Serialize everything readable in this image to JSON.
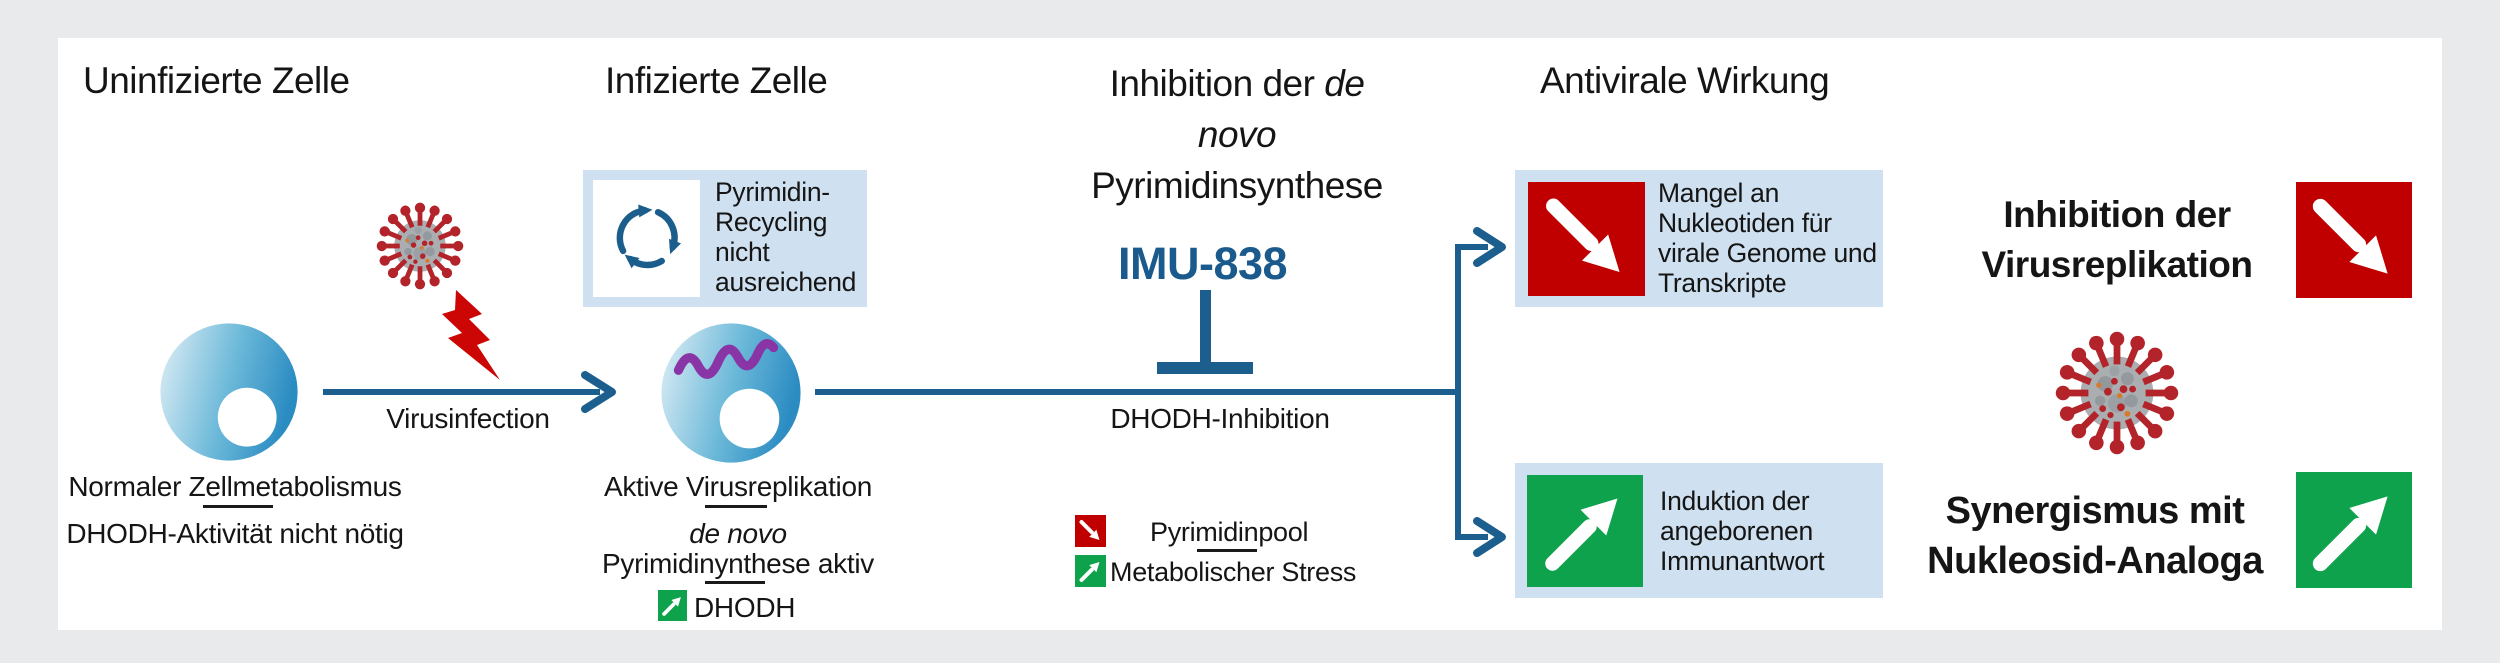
{
  "colors": {
    "outer_background": "#e9eaeb",
    "panel_background": "#ffffff",
    "line_blue": "#1c5e8e",
    "light_blue_box": "#cfe1f0",
    "status_red": "#c00000",
    "status_green": "#0ea24c",
    "drug_blue": "#1a5a8c",
    "virus_spike_red": "#b3242a",
    "cell_blue": "#2b8cc2"
  },
  "headings": {
    "uninfected": "Uninfizierte Zelle",
    "infected": "Infizierte Zelle",
    "inhibition_part1": "Inhibition der",
    "inhibition_part1_italic": "de",
    "inhibition_line2_italic": "novo",
    "inhibition_line3": "Pyrimidinsynthese",
    "antiviral": "Antivirale Wirkung"
  },
  "drug": {
    "name": "IMU-838",
    "mechanism": "DHODH-Inhibition"
  },
  "uninfected": {
    "caption_l1": "Normaler Zellmetabolismus",
    "caption_l2": "DHODH-Aktivität nicht nötig"
  },
  "infection_arrow": {
    "label": "Virusinfection"
  },
  "recycling_box": {
    "l1": "Pyrimidin-",
    "l2": "Recycling",
    "l3": "nicht",
    "l4": "ausreichend"
  },
  "infected": {
    "caption_l1": "Aktive Virusreplikation",
    "caption_l2_italic": "de novo",
    "caption_l3": "Pyrimidinynthese aktiv",
    "dhodh_label": "DHODH"
  },
  "legend": {
    "down_label": "Pyrimidinpool",
    "up_label": "Metabolischer Stress"
  },
  "outcomes": {
    "down": {
      "l1": "Mangel an",
      "l2": "Nukleotiden für",
      "l3": "virale Genome und",
      "l4": "Transkripte"
    },
    "up": {
      "l1": "Induktion der",
      "l2": "angeborenen",
      "l3": "Immunantwort"
    }
  },
  "results": {
    "inhibition_l1": "Inhibition der",
    "inhibition_l2": "Virusreplikation",
    "synergy_l1": "Synergismus mit",
    "synergy_l2": "Nukleosid-Analoga"
  }
}
